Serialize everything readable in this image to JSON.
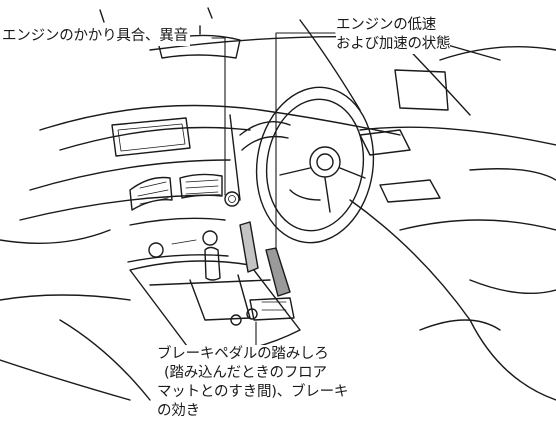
{
  "labels": {
    "engine_noise": "エンジンのかかり具合、異音",
    "engine_speed": {
      "line1": "エンジンの低速",
      "line2": "および加速の状態"
    },
    "brake": {
      "line1": "ブレーキペダルの踏みしろ",
      "line2": "(踏み込んだときのフロア",
      "line3": "マットとのすき間)、ブレーキ",
      "line4": "の効き"
    }
  },
  "colors": {
    "ink": "#1a1a1a",
    "shade": "#9a9a9a",
    "background": "#ffffff"
  }
}
